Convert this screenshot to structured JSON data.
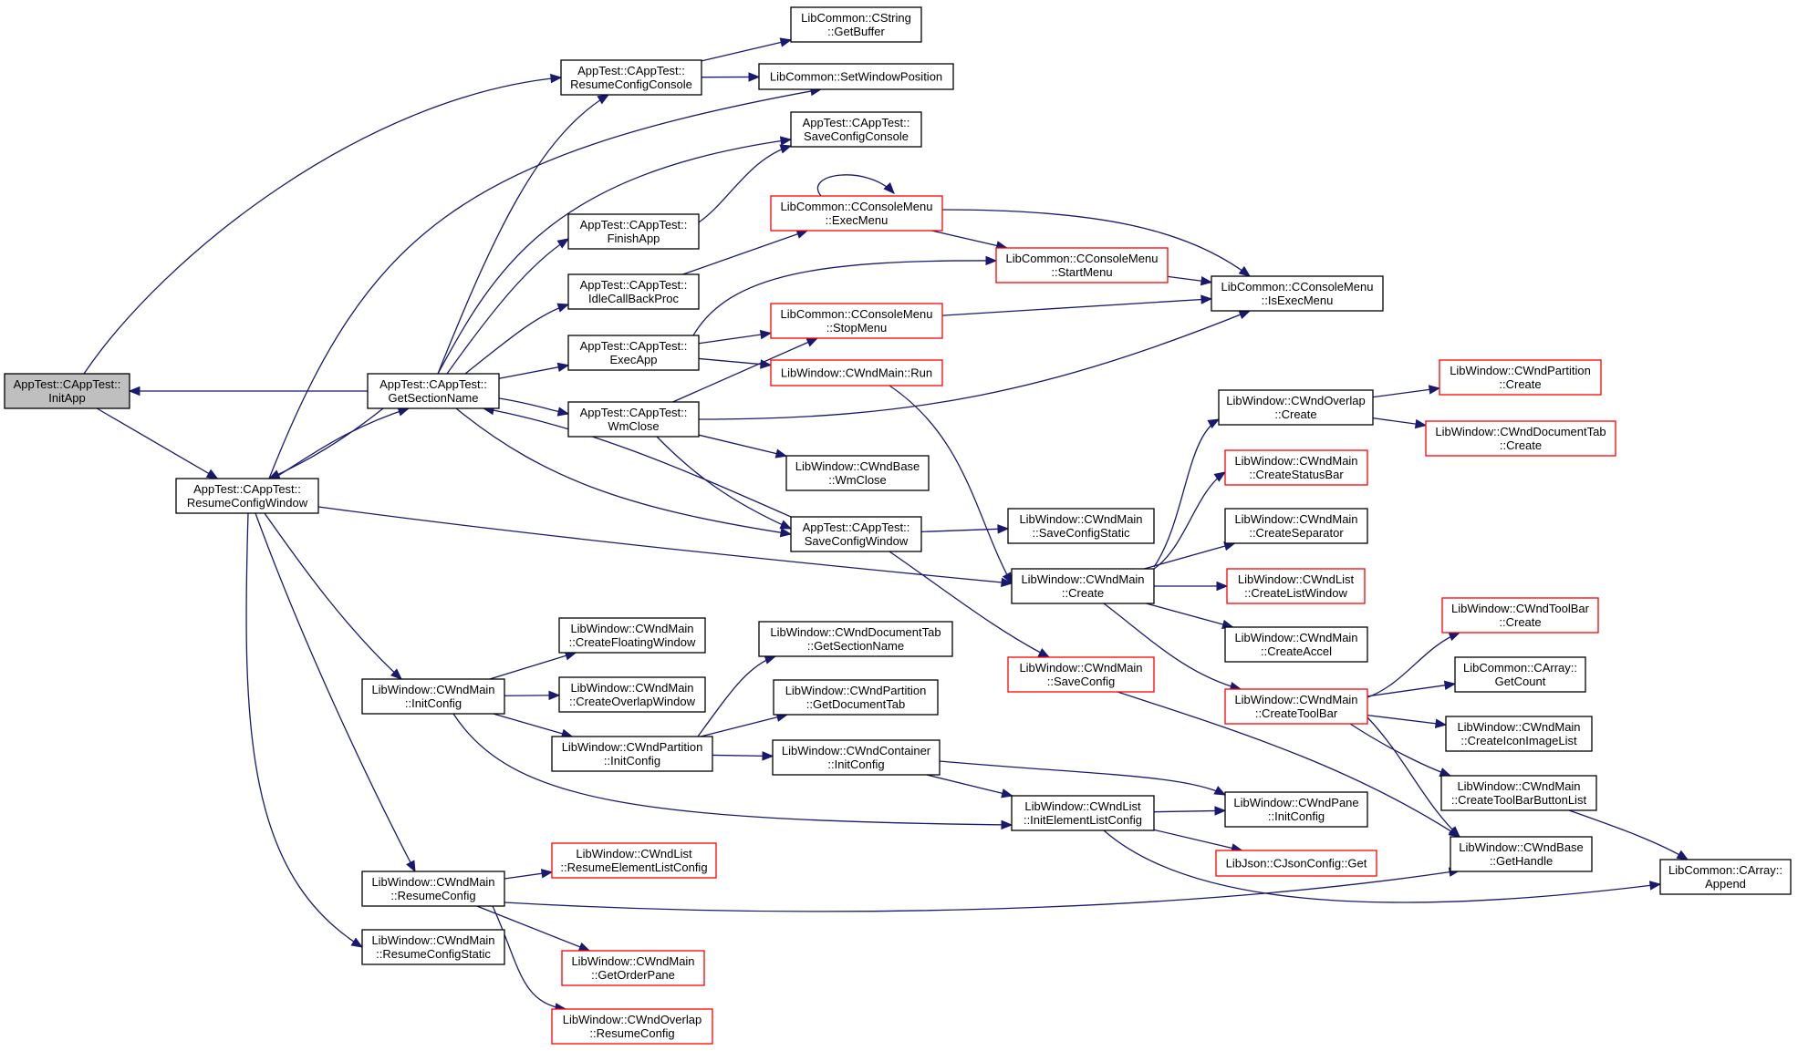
{
  "nodes": [
    {
      "id": "initapp",
      "lines": [
        "AppTest::CAppTest::",
        "InitApp"
      ],
      "color": "#000000",
      "fill": "#bfbfbf"
    },
    {
      "id": "getsectionname",
      "lines": [
        "AppTest::CAppTest::",
        "GetSectionName"
      ],
      "color": "#000000"
    },
    {
      "id": "resumeconfigwindow",
      "lines": [
        "AppTest::CAppTest::",
        "ResumeConfigWindow"
      ],
      "color": "#000000"
    },
    {
      "id": "resumeconfigconsole",
      "lines": [
        "AppTest::CAppTest::",
        "ResumeConfigConsole"
      ],
      "color": "#000000"
    },
    {
      "id": "cstring_getbuffer",
      "lines": [
        "LibCommon::CString",
        "::GetBuffer"
      ],
      "color": "#000000"
    },
    {
      "id": "setwindowposition",
      "lines": [
        "LibCommon::SetWindowPosition"
      ],
      "color": "#000000"
    },
    {
      "id": "saveconfigconsole",
      "lines": [
        "AppTest::CAppTest::",
        "SaveConfigConsole"
      ],
      "color": "#000000"
    },
    {
      "id": "finishapp",
      "lines": [
        "AppTest::CAppTest::",
        "FinishApp"
      ],
      "color": "#000000"
    },
    {
      "id": "idlecallbackproc",
      "lines": [
        "AppTest::CAppTest::",
        "IdleCallBackProc"
      ],
      "color": "#000000"
    },
    {
      "id": "execapp",
      "lines": [
        "AppTest::CAppTest::",
        "ExecApp"
      ],
      "color": "#000000"
    },
    {
      "id": "wmclose",
      "lines": [
        "AppTest::CAppTest::",
        "WmClose"
      ],
      "color": "#000000"
    },
    {
      "id": "execmenu",
      "lines": [
        "LibCommon::CConsoleMenu",
        "::ExecMenu"
      ],
      "color": "#ff0000"
    },
    {
      "id": "startmenu",
      "lines": [
        "LibCommon::CConsoleMenu",
        "::StartMenu"
      ],
      "color": "#ff0000"
    },
    {
      "id": "isexecmenu",
      "lines": [
        "LibCommon::CConsoleMenu",
        "::IsExecMenu"
      ],
      "color": "#000000"
    },
    {
      "id": "stopmenu",
      "lines": [
        "LibCommon::CConsoleMenu",
        "::StopMenu"
      ],
      "color": "#ff0000"
    },
    {
      "id": "cwndmain_run",
      "lines": [
        "LibWindow::CWndMain::Run"
      ],
      "color": "#ff0000"
    },
    {
      "id": "cwndbase_wmclose",
      "lines": [
        "LibWindow::CWndBase",
        "::WmClose"
      ],
      "color": "#000000"
    },
    {
      "id": "saveconfigwindow",
      "lines": [
        "AppTest::CAppTest::",
        "SaveConfigWindow"
      ],
      "color": "#000000"
    },
    {
      "id": "saveconfigstatic",
      "lines": [
        "LibWindow::CWndMain",
        "::SaveConfigStatic"
      ],
      "color": "#000000"
    },
    {
      "id": "cwndmain_create",
      "lines": [
        "LibWindow::CWndMain",
        "::Create"
      ],
      "color": "#000000"
    },
    {
      "id": "cwndoverlap_create",
      "lines": [
        "LibWindow::CWndOverlap",
        "::Create"
      ],
      "color": "#000000"
    },
    {
      "id": "cwndpartition_create",
      "lines": [
        "LibWindow::CWndPartition",
        "::Create"
      ],
      "color": "#ff0000"
    },
    {
      "id": "cwnddocumenttab_create",
      "lines": [
        "LibWindow::CWndDocumentTab",
        "::Create"
      ],
      "color": "#ff0000"
    },
    {
      "id": "createstatusbar",
      "lines": [
        "LibWindow::CWndMain",
        "::CreateStatusBar"
      ],
      "color": "#ff0000"
    },
    {
      "id": "createseparator",
      "lines": [
        "LibWindow::CWndMain",
        "::CreateSeparator"
      ],
      "color": "#000000"
    },
    {
      "id": "createlistwindow",
      "lines": [
        "LibWindow::CWndList",
        "::CreateListWindow"
      ],
      "color": "#ff0000"
    },
    {
      "id": "createaccel",
      "lines": [
        "LibWindow::CWndMain",
        "::CreateAccel"
      ],
      "color": "#000000"
    },
    {
      "id": "createtoolbar",
      "lines": [
        "LibWindow::CWndMain",
        "::CreateToolBar"
      ],
      "color": "#ff0000"
    },
    {
      "id": "cwndtoolbar_create",
      "lines": [
        "LibWindow::CWndToolBar",
        "::Create"
      ],
      "color": "#ff0000"
    },
    {
      "id": "carray_getcount",
      "lines": [
        "LibCommon::CArray::",
        "GetCount"
      ],
      "color": "#000000"
    },
    {
      "id": "createiconimagelist",
      "lines": [
        "LibWindow::CWndMain",
        "::CreateIconImageList"
      ],
      "color": "#000000"
    },
    {
      "id": "createtoolbarbuttonlist",
      "lines": [
        "LibWindow::CWndMain",
        "::CreateToolBarButtonList"
      ],
      "color": "#000000"
    },
    {
      "id": "cwndbase_gethandle",
      "lines": [
        "LibWindow::CWndBase",
        "::GetHandle"
      ],
      "color": "#000000"
    },
    {
      "id": "carray_append",
      "lines": [
        "LibCommon::CArray::",
        "Append"
      ],
      "color": "#000000"
    },
    {
      "id": "cwndmain_initconfig",
      "lines": [
        "LibWindow::CWndMain",
        "::InitConfig"
      ],
      "color": "#000000"
    },
    {
      "id": "createfloatingwindow",
      "lines": [
        "LibWindow::CWndMain",
        "::CreateFloatingWindow"
      ],
      "color": "#000000"
    },
    {
      "id": "createoverlapwindow",
      "lines": [
        "LibWindow::CWndMain",
        "::CreateOverlapWindow"
      ],
      "color": "#000000"
    },
    {
      "id": "cwndpartition_initconfig",
      "lines": [
        "LibWindow::CWndPartition",
        "::InitConfig"
      ],
      "color": "#000000"
    },
    {
      "id": "cwnddocumenttab_getsectionname",
      "lines": [
        "LibWindow::CWndDocumentTab",
        "::GetSectionName"
      ],
      "color": "#000000"
    },
    {
      "id": "cwndpartition_getdocumenttab",
      "lines": [
        "LibWindow::CWndPartition",
        "::GetDocumentTab"
      ],
      "color": "#000000"
    },
    {
      "id": "cwndcontainer_initconfig",
      "lines": [
        "LibWindow::CWndContainer",
        "::InitConfig"
      ],
      "color": "#000000"
    },
    {
      "id": "cwndmain_saveconfig",
      "lines": [
        "LibWindow::CWndMain",
        "::SaveConfig"
      ],
      "color": "#ff0000"
    },
    {
      "id": "initelementlistconfig",
      "lines": [
        "LibWindow::CWndList",
        "::InitElementListConfig"
      ],
      "color": "#000000"
    },
    {
      "id": "cwndpane_initconfig",
      "lines": [
        "LibWindow::CWndPane",
        "::InitConfig"
      ],
      "color": "#000000"
    },
    {
      "id": "cjsonconfig_get",
      "lines": [
        "LibJson::CJsonConfig::Get"
      ],
      "color": "#ff0000"
    },
    {
      "id": "cwndmain_resumeconfig",
      "lines": [
        "LibWindow::CWndMain",
        "::ResumeConfig"
      ],
      "color": "#000000"
    },
    {
      "id": "resumeelementlistconfig",
      "lines": [
        "LibWindow::CWndList",
        "::ResumeElementListConfig"
      ],
      "color": "#ff0000"
    },
    {
      "id": "resumeconfigstatic",
      "lines": [
        "LibWindow::CWndMain",
        "::ResumeConfigStatic"
      ],
      "color": "#000000"
    },
    {
      "id": "getorderpane",
      "lines": [
        "LibWindow::CWndMain",
        "::GetOrderPane"
      ],
      "color": "#ff0000"
    },
    {
      "id": "cwndoverlap_resumeconfig",
      "lines": [
        "LibWindow::CWndOverlap",
        "::ResumeConfig"
      ],
      "color": "#ff0000"
    }
  ],
  "edges": [
    {
      "from": "getsectionname",
      "to": "initapp"
    },
    {
      "from": "initapp",
      "to": "resumeconfigwindow"
    },
    {
      "from": "initapp",
      "to": "resumeconfigconsole"
    },
    {
      "from": "resumeconfigwindow",
      "to": "getsectionname"
    },
    {
      "from": "getsectionname",
      "to": "resumeconfigwindow"
    },
    {
      "from": "getsectionname",
      "to": "resumeconfigconsole"
    },
    {
      "from": "getsectionname",
      "to": "saveconfigconsole"
    },
    {
      "from": "getsectionname",
      "to": "finishapp"
    },
    {
      "from": "getsectionname",
      "to": "idlecallbackproc"
    },
    {
      "from": "getsectionname",
      "to": "execapp"
    },
    {
      "from": "getsectionname",
      "to": "wmclose"
    },
    {
      "from": "getsectionname",
      "to": "saveconfigwindow"
    },
    {
      "from": "saveconfigwindow",
      "to": "getsectionname"
    },
    {
      "from": "resumeconfigwindow",
      "to": "setwindowposition"
    },
    {
      "from": "resumeconfigconsole",
      "to": "cstring_getbuffer"
    },
    {
      "from": "resumeconfigconsole",
      "to": "setwindowposition"
    },
    {
      "from": "finishapp",
      "to": "saveconfigconsole"
    },
    {
      "from": "idlecallbackproc",
      "to": "execmenu"
    },
    {
      "from": "execmenu",
      "to": "execmenu"
    },
    {
      "from": "execmenu",
      "to": "startmenu"
    },
    {
      "from": "execmenu",
      "to": "isexecmenu"
    },
    {
      "from": "startmenu",
      "to": "isexecmenu"
    },
    {
      "from": "execapp",
      "to": "startmenu"
    },
    {
      "from": "execapp",
      "to": "stopmenu"
    },
    {
      "from": "execapp",
      "to": "cwndmain_run"
    },
    {
      "from": "stopmenu",
      "to": "isexecmenu"
    },
    {
      "from": "wmclose",
      "to": "stopmenu"
    },
    {
      "from": "wmclose",
      "to": "isexecmenu"
    },
    {
      "from": "wmclose",
      "to": "cwndbase_wmclose"
    },
    {
      "from": "wmclose",
      "to": "saveconfigwindow"
    },
    {
      "from": "cwndmain_run",
      "to": "cwndmain_create"
    },
    {
      "from": "saveconfigwindow",
      "to": "saveconfigstatic"
    },
    {
      "from": "saveconfigwindow",
      "to": "cwndmain_saveconfig"
    },
    {
      "from": "resumeconfigwindow",
      "to": "cwndmain_create"
    },
    {
      "from": "cwndmain_create",
      "to": "cwndoverlap_create"
    },
    {
      "from": "cwndmain_create",
      "to": "createstatusbar"
    },
    {
      "from": "cwndmain_create",
      "to": "createseparator"
    },
    {
      "from": "cwndmain_create",
      "to": "createlistwindow"
    },
    {
      "from": "cwndmain_create",
      "to": "createaccel"
    },
    {
      "from": "cwndmain_create",
      "to": "createtoolbar"
    },
    {
      "from": "cwndoverlap_create",
      "to": "cwndpartition_create"
    },
    {
      "from": "cwndoverlap_create",
      "to": "cwnddocumenttab_create"
    },
    {
      "from": "createtoolbar",
      "to": "cwndtoolbar_create"
    },
    {
      "from": "createtoolbar",
      "to": "carray_getcount"
    },
    {
      "from": "createtoolbar",
      "to": "createiconimagelist"
    },
    {
      "from": "createtoolbar",
      "to": "createtoolbarbuttonlist"
    },
    {
      "from": "createtoolbar",
      "to": "cwndbase_gethandle"
    },
    {
      "from": "createtoolbarbuttonlist",
      "to": "carray_append"
    },
    {
      "from": "cwndmain_saveconfig",
      "to": "cwndbase_gethandle"
    },
    {
      "from": "resumeconfigwindow",
      "to": "cwndmain_initconfig"
    },
    {
      "from": "resumeconfigwindow",
      "to": "cwndmain_resumeconfig"
    },
    {
      "from": "resumeconfigwindow",
      "to": "resumeconfigstatic"
    },
    {
      "from": "cwndmain_initconfig",
      "to": "createfloatingwindow"
    },
    {
      "from": "cwndmain_initconfig",
      "to": "createoverlapwindow"
    },
    {
      "from": "cwndmain_initconfig",
      "to": "cwndpartition_initconfig"
    },
    {
      "from": "cwndmain_initconfig",
      "to": "initelementlistconfig"
    },
    {
      "from": "cwndpartition_initconfig",
      "to": "cwnddocumenttab_getsectionname"
    },
    {
      "from": "cwndpartition_initconfig",
      "to": "cwndpartition_getdocumenttab"
    },
    {
      "from": "cwndpartition_initconfig",
      "to": "cwndcontainer_initconfig"
    },
    {
      "from": "cwndcontainer_initconfig",
      "to": "initelementlistconfig"
    },
    {
      "from": "cwndcontainer_initconfig",
      "to": "cwndpane_initconfig"
    },
    {
      "from": "initelementlistconfig",
      "to": "cwndpane_initconfig"
    },
    {
      "from": "initelementlistconfig",
      "to": "cjsonconfig_get"
    },
    {
      "from": "initelementlistconfig",
      "to": "carray_append"
    },
    {
      "from": "cwndmain_resumeconfig",
      "to": "resumeelementlistconfig"
    },
    {
      "from": "cwndmain_resumeconfig",
      "to": "cwndbase_gethandle"
    },
    {
      "from": "cwndmain_resumeconfig",
      "to": "getorderpane"
    },
    {
      "from": "cwndmain_resumeconfig",
      "to": "cwndoverlap_resumeconfig"
    }
  ]
}
